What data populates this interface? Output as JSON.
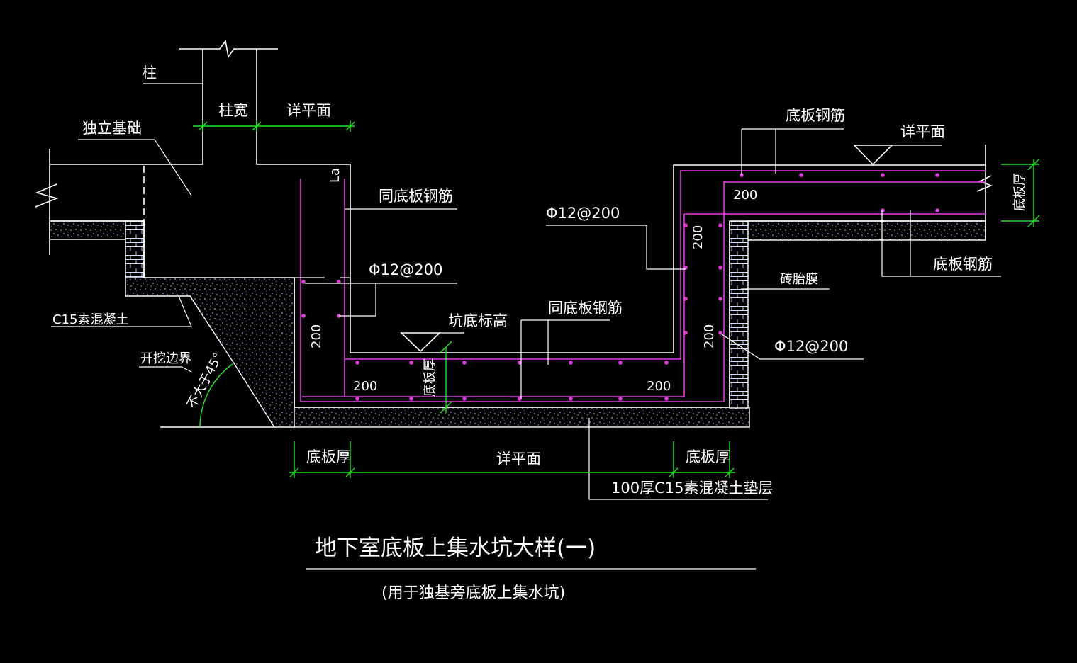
{
  "drawing": {
    "title": "地下室底板上集水坑大样(一)",
    "subtitle": "(用于独基旁底板上集水坑)"
  },
  "labels": {
    "column": "柱",
    "column_width": "柱宽",
    "see_plan_top": "详平面",
    "isolated_footing": "独立基础",
    "same_as_slab_rebar_1": "同底板钢筋",
    "la": "La",
    "phi12_left": "Φ12@200",
    "c15_concrete": "C15素混凝土",
    "pit_bottom_elev": "坑底标高",
    "excavation_boundary": "开挖边界",
    "angle_note": "不大于45°",
    "same_as_slab_rebar_2": "同底板钢筋",
    "slab_thick_pit": "底板厚",
    "slab_rebar_top": "底板钢筋",
    "see_plan_right": "详平面",
    "phi12_mid": "Φ12@200",
    "slab_thick_right": "底板厚",
    "slab_rebar_right": "底板钢筋",
    "brick_membrane": "砖胎膜",
    "phi12_right": "Φ12@200",
    "dim_200_a": "200",
    "dim_200_b": "200",
    "dim_200_c": "200",
    "dim_200_d": "200",
    "dim_200_e": "200",
    "dim_200_f": "200",
    "bottom_slab_thick_left": "底板厚",
    "bottom_see_plan": "详平面",
    "bottom_slab_thick_right": "底板厚",
    "cushion": "100厚C15素混凝土垫层"
  },
  "colors": {
    "background": "#000000",
    "linework": "#ffffff",
    "dimension": "#22e622",
    "rebar": "#e23ce2",
    "concrete_speckle": "#7fa8ff"
  }
}
